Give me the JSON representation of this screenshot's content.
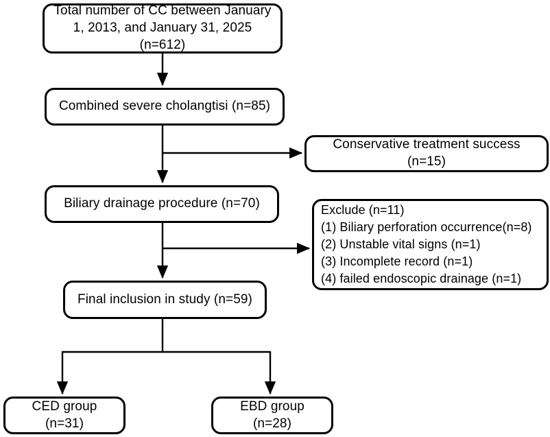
{
  "diagram": {
    "type": "flowchart",
    "title": "Patient selection flow diagram",
    "stroke_color": "#000000",
    "background_color": "#ffffff",
    "nodes": {
      "total": {
        "label": "Total number of CC  between January\n1, 2013, and January 31, 2025 (n=612)",
        "count": 612
      },
      "cholangitis": {
        "label": "Combined severe cholangtisi (n=85)",
        "count": 85
      },
      "conservative": {
        "label": "Conservative treatment success (n=15)",
        "count": 15
      },
      "drainage": {
        "label": "Biliary drainage procedure (n=70)",
        "count": 70
      },
      "exclude": {
        "label": "Exclude (n=11)\n(1) Biliary perforation occurrence(n=8)\n(2) Unstable vital signs (n=1)\n(3) Incomplete record (n=1)\n(4) failed endoscopic drainage (n=1)",
        "count": 11,
        "reasons": [
          {
            "index": "(1)",
            "text": "Biliary perforation occurrence(n=8)",
            "count": 8
          },
          {
            "index": "(2)",
            "text": "Unstable vital signs (n=1)",
            "count": 1
          },
          {
            "index": "(3)",
            "text": "Incomplete record (n=1)",
            "count": 1
          },
          {
            "index": "(4)",
            "text": "failed endoscopic drainage (n=1)",
            "count": 1
          }
        ]
      },
      "final": {
        "label": "Final inclusion in study (n=59)",
        "count": 59
      },
      "ced": {
        "label": "CED group (n=31)",
        "count": 31
      },
      "ebd": {
        "label": "EBD group (n=28)",
        "count": 28
      }
    },
    "edges": [
      {
        "from": "total",
        "to": "cholangitis",
        "kind": "vertical-arrow"
      },
      {
        "from": "cholangitis",
        "to": "conservative",
        "kind": "branch-right-arrow"
      },
      {
        "from": "cholangitis",
        "to": "drainage",
        "kind": "vertical-arrow"
      },
      {
        "from": "drainage",
        "to": "exclude",
        "kind": "branch-right-arrow"
      },
      {
        "from": "drainage",
        "to": "final",
        "kind": "vertical-arrow"
      },
      {
        "from": "final",
        "to": "ced",
        "kind": "split-arrow"
      },
      {
        "from": "final",
        "to": "ebd",
        "kind": "split-arrow"
      }
    ]
  }
}
